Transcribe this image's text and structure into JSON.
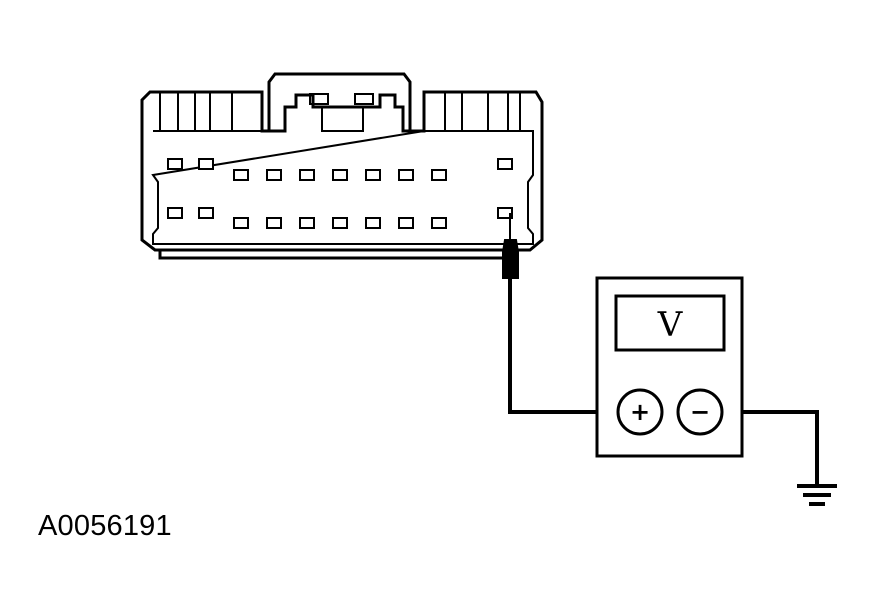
{
  "figure_id": "A0056191",
  "meter": {
    "display_symbol": "V",
    "positive_symbol": "+",
    "negative_symbol": "−"
  },
  "connector": {
    "row_top_pin_count": 10,
    "row_bottom_pin_count": 10,
    "probed_position": "bottom-right"
  },
  "colors": {
    "ink": "#000000",
    "background": "#ffffff"
  }
}
